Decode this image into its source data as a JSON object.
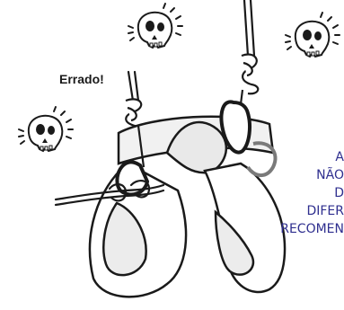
{
  "image": {
    "label_wrong": "Errado!",
    "warning_lines": [
      "A",
      "NÃO",
      "D",
      "DIFER",
      "RECOMEN"
    ]
  },
  "icons": [
    "skull-warning-icon",
    "harness-icon",
    "carabiner-icon",
    "rope-icon",
    "knot-icon"
  ],
  "colors": {
    "ink": "#1a1a1a",
    "harness_fill": "#e9e9e9",
    "warning_text": "#2f2f8f",
    "gray_sling": "#7a7a7a"
  }
}
